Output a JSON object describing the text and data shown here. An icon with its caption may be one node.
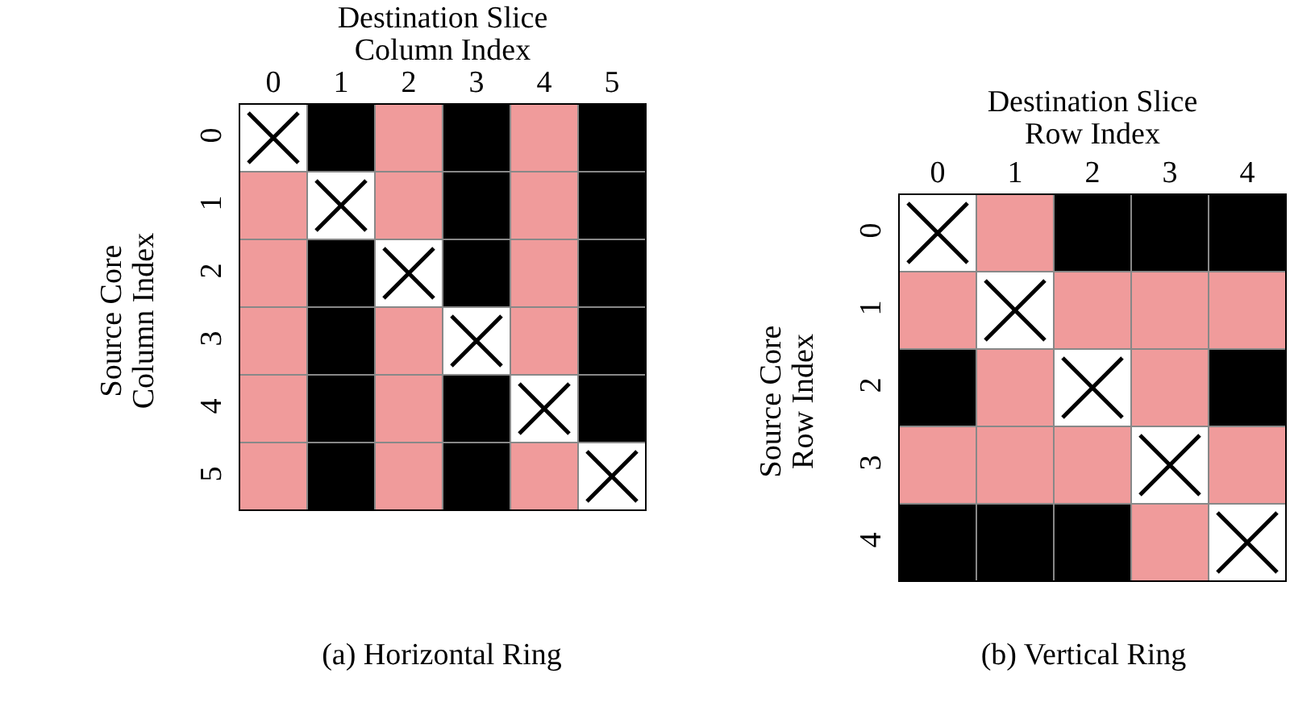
{
  "diagram": {
    "labels": [
      "Destination Slice Column Index",
      "0",
      "1",
      "2",
      "3",
      "4",
      "5",
      "Source Core Column Index",
      "0",
      "1",
      "2",
      "3",
      "4",
      "5",
      "(a) Horizontal Ring",
      "Destination Slice Row Index",
      "0",
      "1",
      "2",
      "3",
      "4",
      "Source Core Row Index",
      "0",
      "1",
      "2",
      "3",
      "4",
      "(b) Vertical Ring"
    ]
  }
}
